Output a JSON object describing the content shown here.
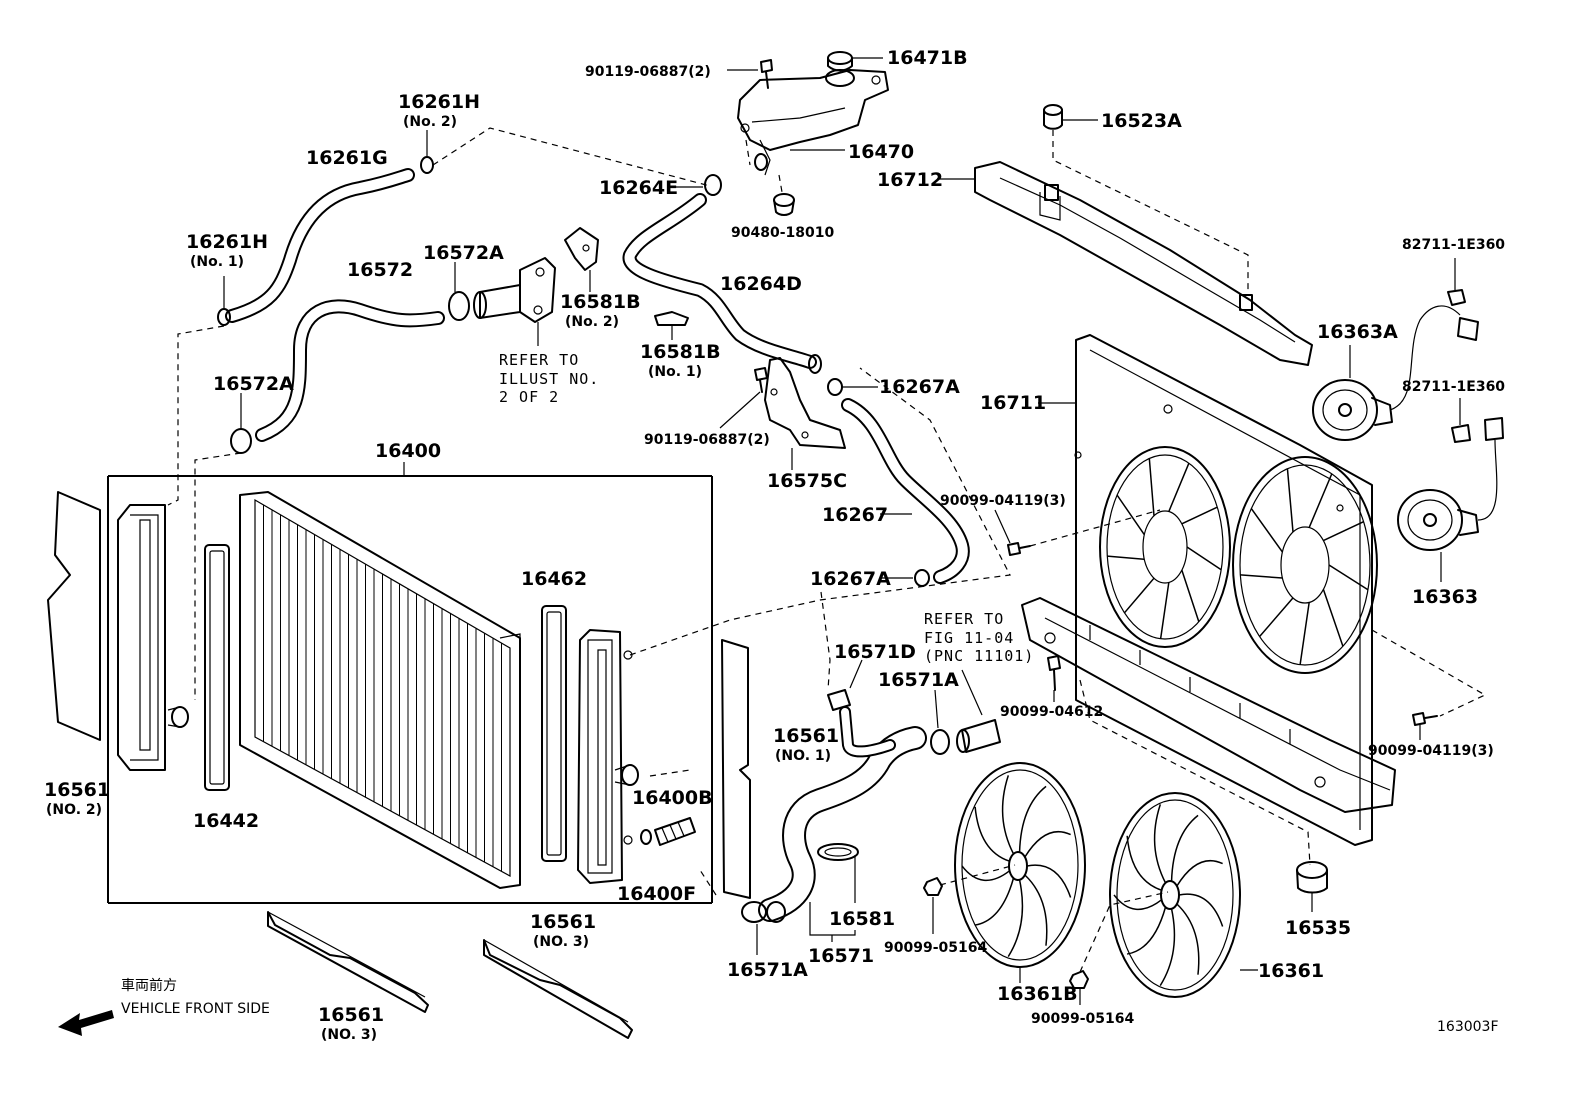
{
  "labels": {
    "p_16261h_top": "16261H",
    "p_16261h_top_sub": "(No. 2)",
    "p_16261g": "16261G",
    "p_16261h_left": "16261H",
    "p_16261h_left_sub": "(No. 1)",
    "p_16572": "16572",
    "p_16572a_top": "16572A",
    "p_16572a_left": "16572A",
    "p_16581b_no2": "16581B",
    "p_16581b_no2_sub": "(No. 2)",
    "refer_illust": [
      "REFER TO",
      "ILLUST NO.",
      "2 OF 2"
    ],
    "p_90119_top": "90119-06887(2)",
    "p_16471b": "16471B",
    "p_16470": "16470",
    "p_16264e": "16264E",
    "p_90480": "90480-18010",
    "p_16264d": "16264D",
    "p_16581b_no1": "16581B",
    "p_16581b_no1_sub": "(No. 1)",
    "p_16267a_top": "16267A",
    "p_90119_mid": "90119-06887(2)",
    "p_16575c": "16575C",
    "p_16267": "16267",
    "p_16267a_low": "16267A",
    "p_16523a": "16523A",
    "p_16712": "16712",
    "p_82711_top": "82711-1E360",
    "p_16363a": "16363A",
    "p_82711_mid": "82711-1E360",
    "p_16711": "16711",
    "p_90099_04119_top": "90099-04119(3)",
    "p_16363": "16363",
    "p_16400": "16400",
    "p_16462": "16462",
    "p_16561_no2": "16561",
    "p_16561_no2_sub": "(NO. 2)",
    "p_16442": "16442",
    "p_16400b": "16400B",
    "p_16400f": "16400F",
    "p_16561_no1": "16561",
    "p_16561_no1_sub": "(NO. 1)",
    "refer_fig": [
      "REFER TO",
      "FIG 11-04",
      "(PNC 11101)"
    ],
    "p_16571d": "16571D",
    "p_16571a_top": "16571A",
    "p_90099_04612": "90099-04612",
    "p_90099_04119_bot": "90099-04119(3)",
    "p_16581": "16581",
    "p_16571": "16571",
    "p_16571a_bot": "16571A",
    "p_90099_05164_a": "90099-05164",
    "p_16361b": "16361B",
    "p_90099_05164_b": "90099-05164",
    "p_16361": "16361",
    "p_16535": "16535",
    "p_16561_no3_right": "16561",
    "p_16561_no3_right_sub": "(NO. 3)",
    "p_16561_no3_left": "16561",
    "p_16561_no3_left_sub": "(NO. 3)",
    "front_jp": "車両前方",
    "front_en": "VEHICLE FRONT SIDE",
    "figure_code": "163003F"
  }
}
